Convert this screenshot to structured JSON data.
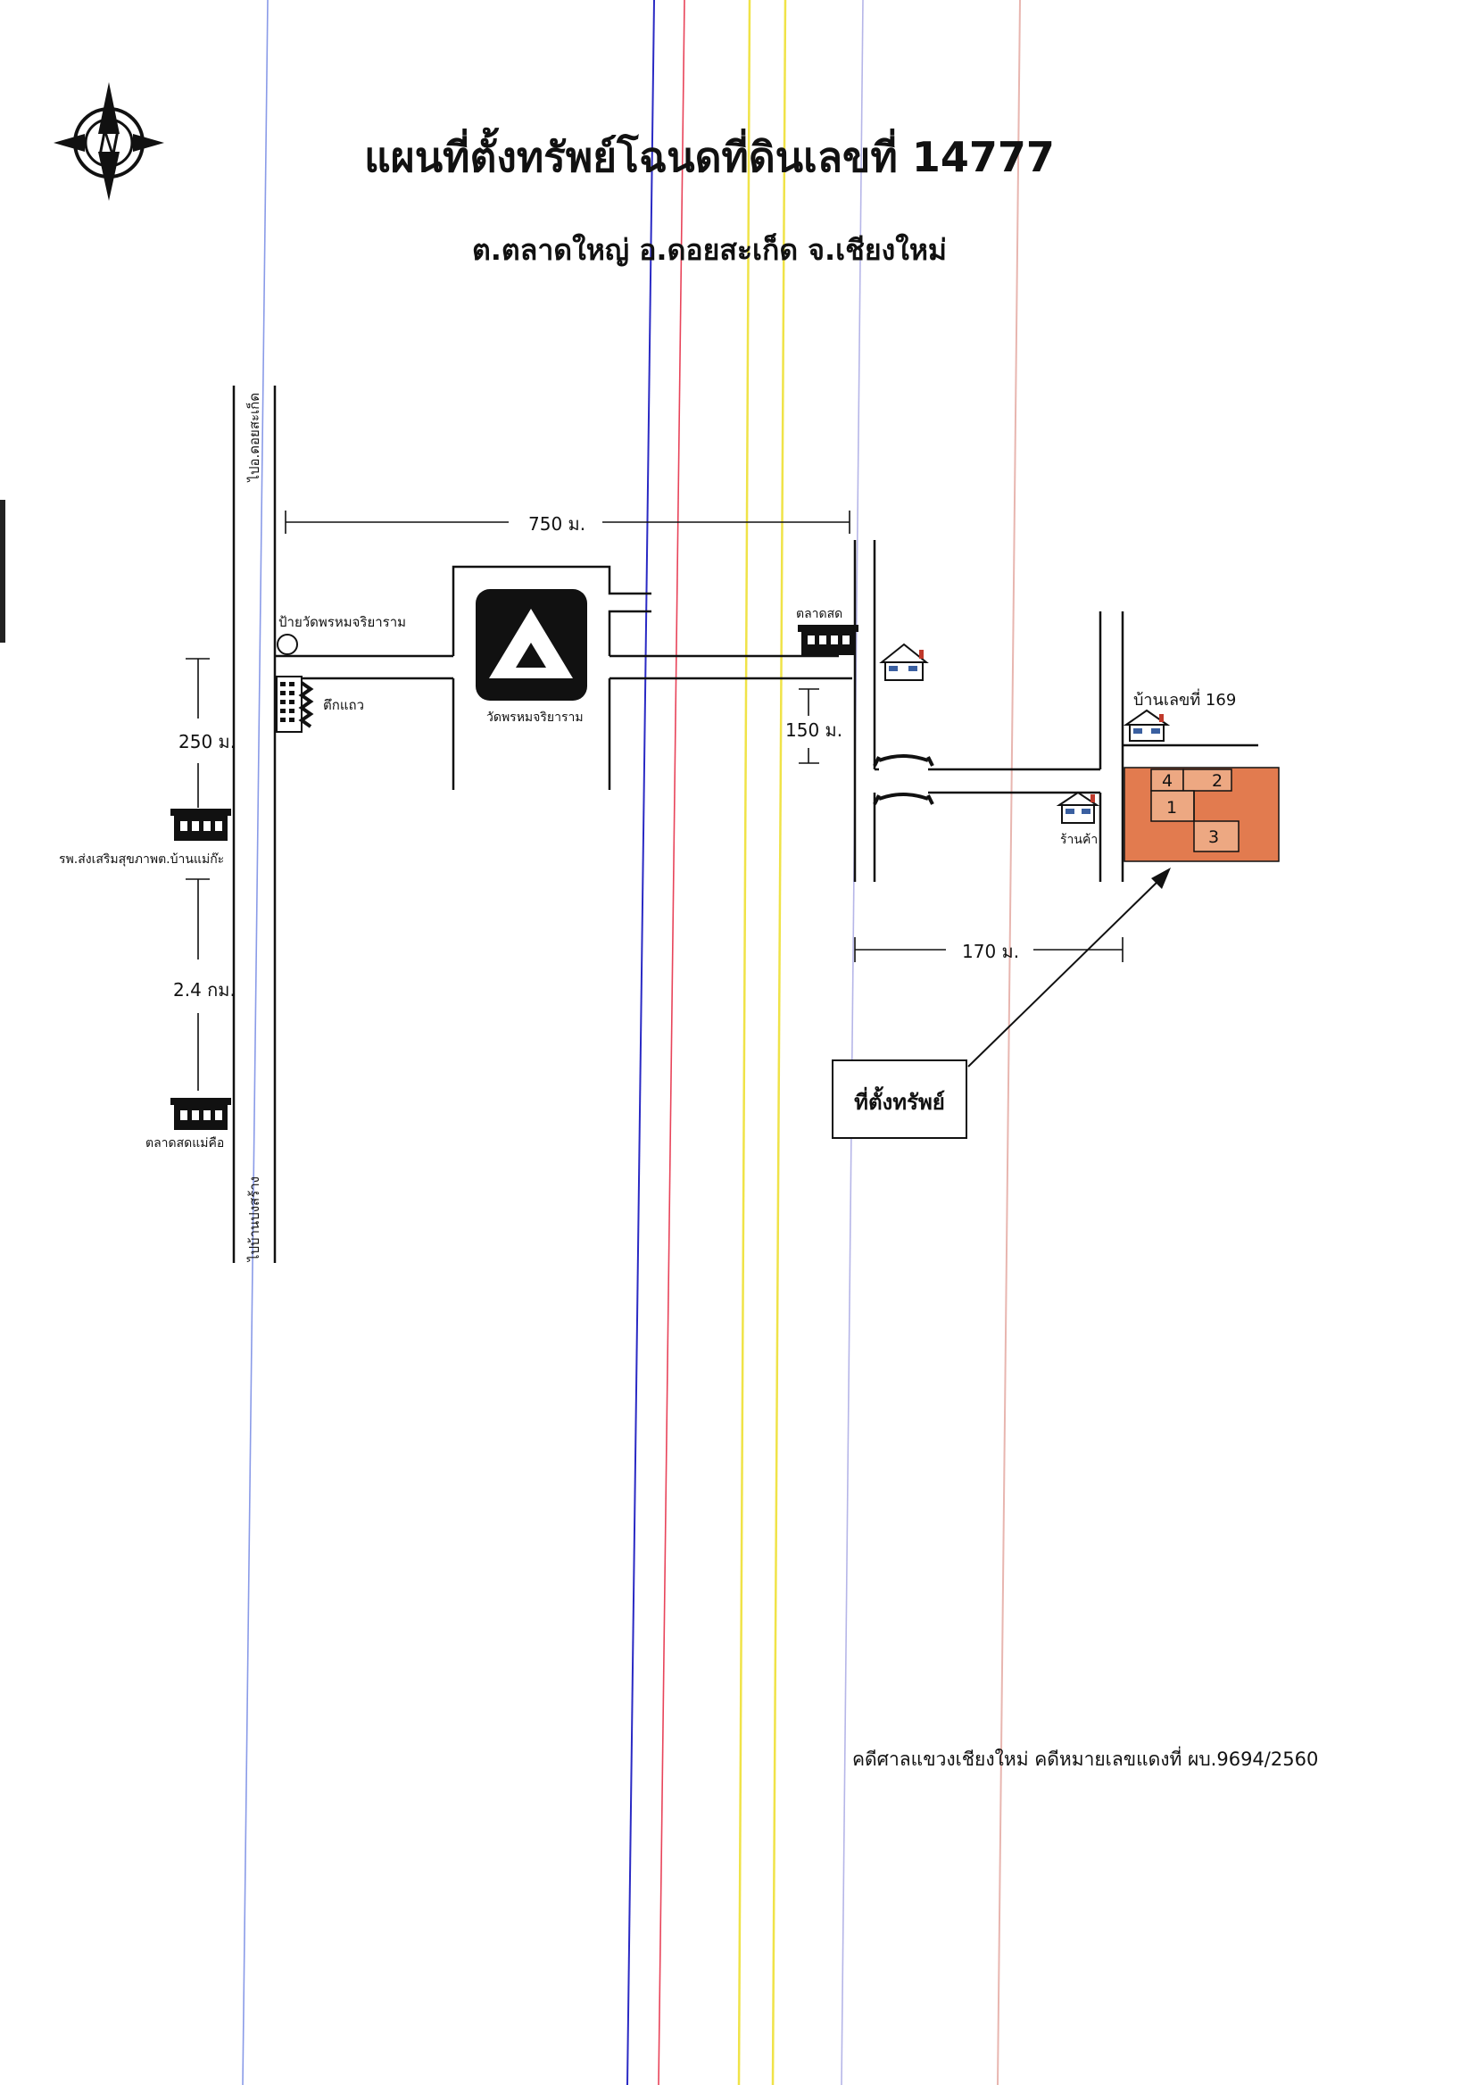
{
  "title": "แผนที่ตั้งทรัพย์โฉนดที่ดินเลขที่ 14777",
  "subtitle": "ต.ตลาดใหญ่ อ.ดอยสะเก็ด จ.เชียงใหม่",
  "footer": "คดีศาลแขวงเชียงใหม่  คดีหมายเลขแดงที่ ผบ.9694/2560",
  "compass": {
    "letter": "N",
    "icon": "north-arrow-icon"
  },
  "roads": {
    "to_north": "ไปอ.ดอยสะเก็ด",
    "to_south": "ไปบ้านปงสร้าง"
  },
  "landmarks": {
    "temple_sign": "ป้ายวัดพรหมจริยาราม",
    "row_house": "ตึกแถว",
    "temple": "วัดพรหมจริยาราม",
    "market": "ตลาดสด",
    "hospital": "รพ.ส่งเสริมสุขภาพต.บ้านแม่ก๊ะ",
    "market_south": "ตลาดสดแม่คือ",
    "house_169": "บ้านเลขที่ 169",
    "shop": "ร้านค้า",
    "property_label": "ที่ตั้งทรัพย์"
  },
  "distances": {
    "d750": "750 ม.",
    "d250": "250 ม.",
    "d2_4": "2.4 กม.",
    "d150": "150 ม.",
    "d170": "170 ม."
  },
  "parcels": [
    "4",
    "2",
    "1",
    "3"
  ],
  "colors": {
    "property": "#e27b4f",
    "parcel": "#eda882",
    "line_blue": "#3b3bd0",
    "line_red": "#e8445a",
    "line_yellow": "#f2e64a",
    "line_pink": "#e8b6b0"
  }
}
